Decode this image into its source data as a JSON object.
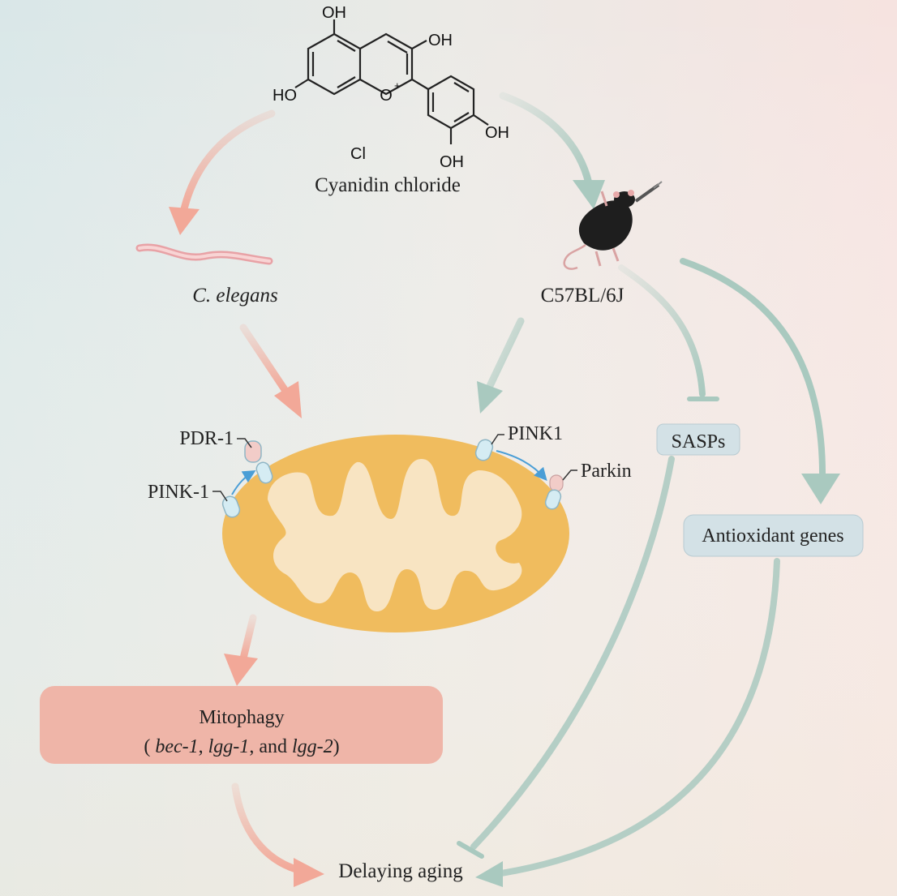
{
  "compound": {
    "name": "Cyanidin chloride",
    "oh_top": "OH",
    "oh_c3": "OH",
    "oh_c7": "HO",
    "oh_c4p": "OH",
    "oh_c3p": "OH",
    "ring_o": "O",
    "charge": "+",
    "counterion": "Cl"
  },
  "models": {
    "worm": "C. elegans",
    "mouse": "C57BL/6J"
  },
  "proteins": {
    "pdr1": "PDR-1",
    "pink1_worm": "PINK-1",
    "pink1_mouse": "PINK1",
    "parkin": "Parkin"
  },
  "boxes": {
    "sasps": "SASPs",
    "antioxidant": "Antioxidant genes",
    "mitophagy_title": "Mitophagy",
    "mitophagy_open": "( ",
    "gene1": "bec-1",
    "sep1": ", ",
    "gene2": "lgg-1",
    "sep2": ", and ",
    "gene3": "lgg-2",
    "mitophagy_close": ")"
  },
  "outcome": "Delaying aging",
  "colors": {
    "salmon_arrow": "#F2A898",
    "green_arrow": "#A9C9BF",
    "mito_outer": "#F0BC5E",
    "mito_inner": "#F8E4C2",
    "mitophagy_box": "#EFB5A8",
    "blue_box": "#D3E1E6",
    "protein_blue": "#D5ECF3",
    "protein_pink": "#F2CCC8"
  }
}
